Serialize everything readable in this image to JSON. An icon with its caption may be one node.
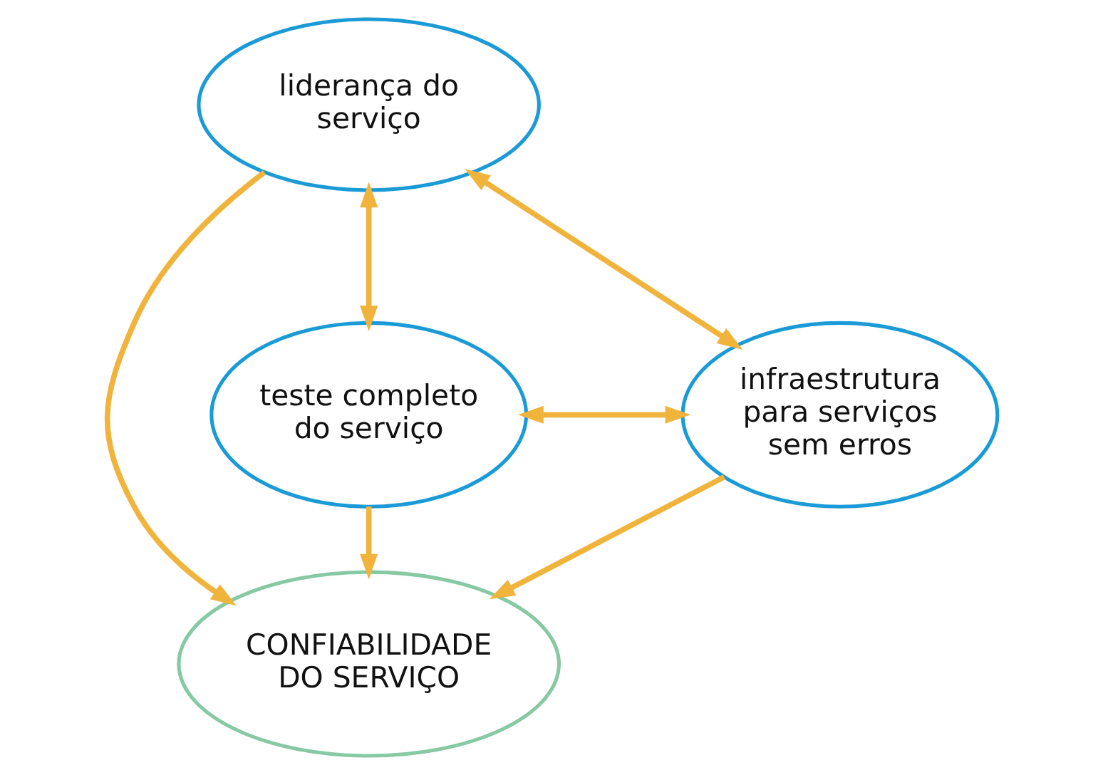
{
  "diagram": {
    "nodes": [
      {
        "text": [
          "liderança do serviço"
        ]
      },
      {
        "text": [
          "CONFIABILIDADE DO SERVIÇO"
        ]
      },
      {
        "text": [
          "teste completo do serviço"
        ]
      },
      {
        "text": [
          "infraestrutura para serviços sem erros"
        ]
      }
    ],
    "edges": [
      {
        "from": 0,
        "to": 1,
        "arrow": "to"
      },
      {
        "from": 0,
        "to": 2,
        "arrow": "both"
      },
      {
        "from": 0,
        "to": 3,
        "arrow": "both"
      },
      {
        "from": 2,
        "to": 1,
        "arrow": "to"
      },
      {
        "from": 3,
        "to": 1,
        "arrow": "to"
      },
      {
        "from": 2,
        "to": 3,
        "arrow": "both"
      }
    ]
  }
}
